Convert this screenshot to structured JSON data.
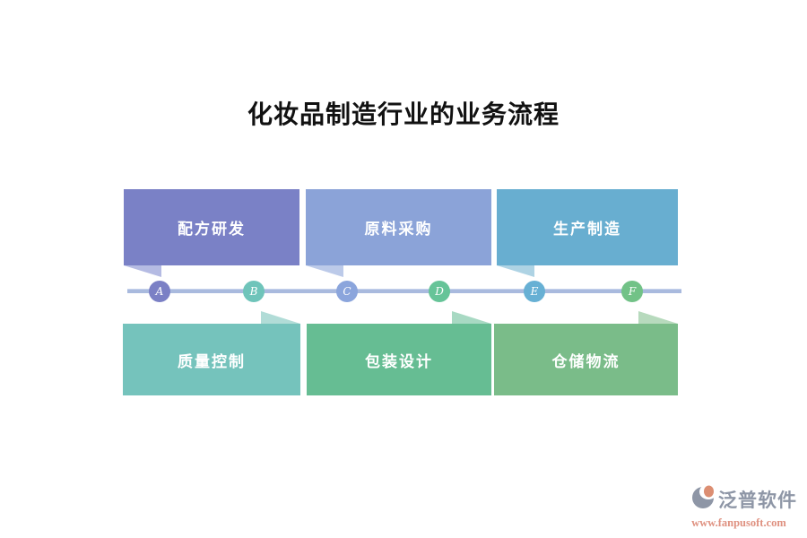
{
  "title": "化妆品制造行业的业务流程",
  "colors": {
    "timeline": "#a9bade",
    "box_text": "#ffffff",
    "title_text": "#111111"
  },
  "top_boxes": [
    {
      "label": "配方研发",
      "color": "#7a81c6",
      "tail_color": "#b5bbe3"
    },
    {
      "label": "原料采购",
      "color": "#8ba3d8",
      "tail_color": "#bccae9"
    },
    {
      "label": "生产制造",
      "color": "#68aed0",
      "tail_color": "#aed3e4"
    }
  ],
  "bottom_boxes": [
    {
      "label": "质量控制",
      "color": "#75c3bc",
      "tail_color": "#b1dcd7"
    },
    {
      "label": "包装设计",
      "color": "#66bd93",
      "tail_color": "#a8d9c3"
    },
    {
      "label": "仓储物流",
      "color": "#7abc89",
      "tail_color": "#b7dabd"
    }
  ],
  "markers": [
    {
      "letter": "A",
      "color": "#7b80c5"
    },
    {
      "letter": "B",
      "color": "#6fc4ba"
    },
    {
      "letter": "C",
      "color": "#8ba5dc"
    },
    {
      "letter": "D",
      "color": "#66c498"
    },
    {
      "letter": "E",
      "color": "#67b0d4"
    },
    {
      "letter": "F",
      "color": "#72c287"
    }
  ],
  "watermark": {
    "brand": "泛普软件",
    "url": "www.fanpusoft.com",
    "brand_color": "#8e96a6",
    "url_color": "#df9180",
    "logo_body_color": "#8e96a6",
    "logo_accent_color": "#dc8e72"
  }
}
